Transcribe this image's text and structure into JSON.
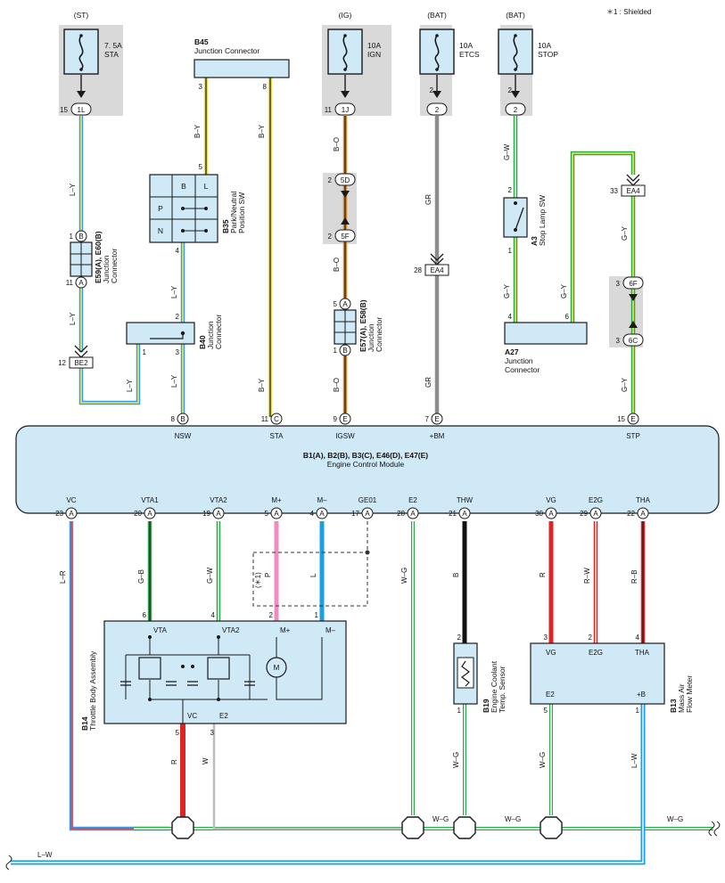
{
  "note": "＊1 : Shielded",
  "fuses": [
    {
      "source": "(ST)",
      "rating": "7. 5A",
      "name": "STA"
    },
    {
      "source": "(IG)",
      "rating": "10A",
      "name": "IGN"
    },
    {
      "source": "(BAT)",
      "rating": "10A",
      "name": "ETCS"
    },
    {
      "source": "(BAT)",
      "rating": "10A",
      "name": "STOP"
    }
  ],
  "components": {
    "b45": {
      "code": "B45",
      "name": "Junction Connector"
    },
    "b35": {
      "code": "B35",
      "name1": "Park/Neutral",
      "name2": "Position SW",
      "cols": [
        "B",
        "L"
      ],
      "rows": [
        "P",
        "N"
      ]
    },
    "e59": {
      "code": "E59(A), E60(B)",
      "name1": "Junction",
      "name2": "Connector"
    },
    "b40": {
      "code": "B40",
      "name1": "Junction",
      "name2": "Connector"
    },
    "e57": {
      "code": "E57(A), E58(B)",
      "name1": "Junction",
      "name2": "Connector"
    },
    "a3": {
      "code": "A3",
      "name": "Stop Lamp SW"
    },
    "a27": {
      "code": "A27",
      "name1": "Junction",
      "name2": "Connector"
    },
    "ecm": {
      "code": "B1(A), B2(B), B3(C), E46(D), E47(E)",
      "name": "Engine Control Module"
    },
    "b14": {
      "code": "B14",
      "name": "Throttle Body Assembly"
    },
    "b19": {
      "code": "B19",
      "name1": "Engine Coolant",
      "name2": "Temp. Sensor"
    },
    "b13": {
      "code": "B13",
      "name1": "Mass Air",
      "name2": "Flow Meter"
    }
  },
  "ecm_top_pins": [
    {
      "name": "NSW",
      "pin": "8",
      "conn": "B"
    },
    {
      "name": "STA",
      "pin": "11",
      "conn": "C"
    },
    {
      "name": "IGSW",
      "pin": "9",
      "conn": "E"
    },
    {
      "name": "+BM",
      "pin": "7",
      "conn": "E"
    },
    {
      "name": "STP",
      "pin": "15",
      "conn": "E"
    }
  ],
  "ecm_bottom_pins": [
    {
      "name": "VC",
      "pin": "23",
      "conn": "A"
    },
    {
      "name": "VTA1",
      "pin": "20",
      "conn": "A"
    },
    {
      "name": "VTA2",
      "pin": "19",
      "conn": "A"
    },
    {
      "name": "M+",
      "pin": "5",
      "conn": "A"
    },
    {
      "name": "M–",
      "pin": "4",
      "conn": "A"
    },
    {
      "name": "GE01",
      "pin": "17",
      "conn": "A"
    },
    {
      "name": "E2",
      "pin": "28",
      "conn": "A"
    },
    {
      "name": "THW",
      "pin": "21",
      "conn": "A"
    },
    {
      "name": "VG",
      "pin": "30",
      "conn": "A"
    },
    {
      "name": "E2G",
      "pin": "29",
      "conn": "A"
    },
    {
      "name": "THA",
      "pin": "22",
      "conn": "A"
    }
  ],
  "connector_tags": {
    "j1l": "1L",
    "j1j": "1J",
    "j5d": "5D",
    "j5f": "5F",
    "j2a": "2",
    "j2b": "2",
    "be2": "BE2",
    "ea4a": "EA4",
    "ea4b": "EA4",
    "j6f": "6F",
    "j6c": "6C"
  },
  "pin_letters": {
    "A": "A",
    "B": "B",
    "C": "C",
    "E": "E"
  },
  "wire_colors": {
    "ly": "L–Y",
    "by": "B–Y",
    "bo": "B–O",
    "gr": "GR",
    "gw": "G–W",
    "gy": "G–Y",
    "lr": "L–R",
    "gb": "G–B",
    "p": "P",
    "l": "L",
    "wg": "W–G",
    "b": "B",
    "r": "R",
    "rw": "R–W",
    "rb": "R–B",
    "w": "W",
    "lw": "L–W"
  },
  "pin_numbers": {
    "n15": "15",
    "n11": "11",
    "n2": "2",
    "n3": "3",
    "n8": "8",
    "n5": "5",
    "n4": "4",
    "n1": "1",
    "n12": "12",
    "n28": "28",
    "n33": "33",
    "n6": "6"
  },
  "device_pins": {
    "vta": "VTA",
    "vta2": "VTA2",
    "mp": "M+",
    "mm": "M–",
    "vc": "VC",
    "e2": "E2",
    "vg": "VG",
    "e2g": "E2G",
    "tha": "THA",
    "pb": "+B",
    "m": "M"
  },
  "shield_mark": "(＊1)",
  "colors": {
    "ecm_fill": "#cfe9f7",
    "shade": "#d9d9d9",
    "lw_wire": "#1a9fe0"
  }
}
